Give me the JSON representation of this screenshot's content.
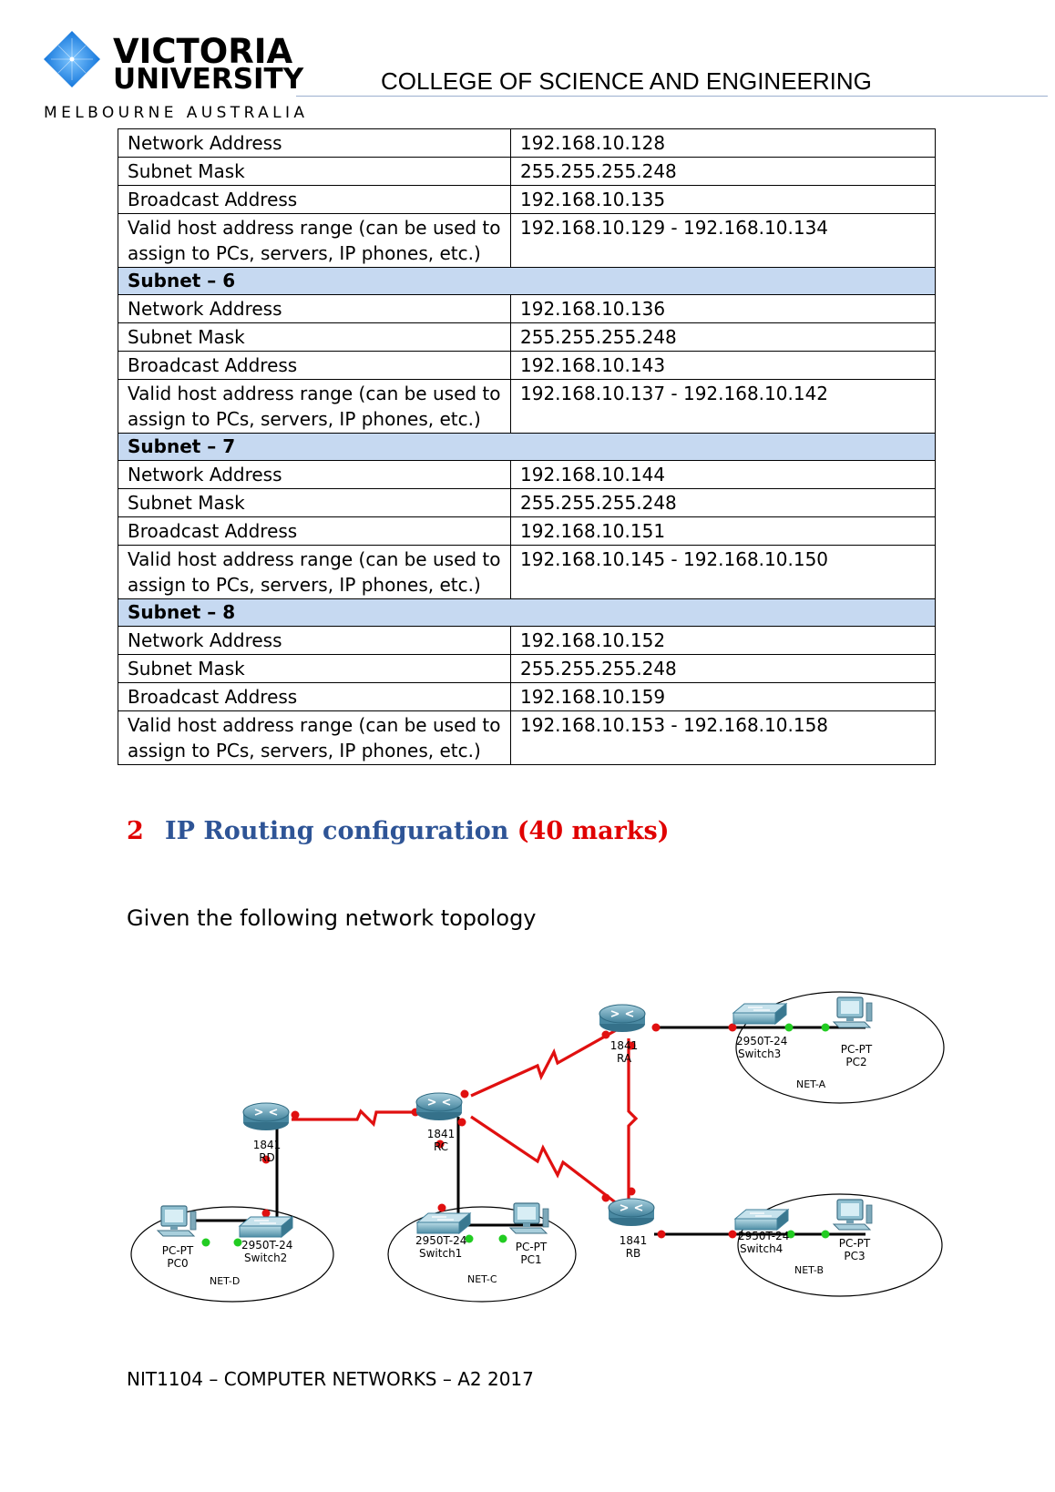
{
  "header": {
    "logo_line1": "VICTORIA",
    "logo_line2": "UNIVERSITY",
    "logo_sub": "MELBOURNE AUSTRALIA",
    "college": "COLLEGE OF SCIENCE AND ENGINEERING"
  },
  "table": {
    "blocks": [
      {
        "title": "",
        "rows": [
          {
            "label": "Network Address",
            "value": "192.168.10.128"
          },
          {
            "label": "Subnet Mask",
            "value": "255.255.255.248"
          },
          {
            "label": "Broadcast Address",
            "value": "192.168.10.135"
          },
          {
            "label": "Valid host address range (can be used to assign to PCs, servers, IP phones, etc.)",
            "value": "192.168.10.129 - 192.168.10.134"
          }
        ]
      },
      {
        "title": "Subnet – 6",
        "rows": [
          {
            "label": "Network Address",
            "value": "192.168.10.136"
          },
          {
            "label": "Subnet Mask",
            "value": "255.255.255.248"
          },
          {
            "label": "Broadcast Address",
            "value": "192.168.10.143"
          },
          {
            "label": "Valid host address range (can be used to assign to PCs, servers, IP phones, etc.)",
            "value": "192.168.10.137 - 192.168.10.142"
          }
        ]
      },
      {
        "title": "Subnet – 7",
        "rows": [
          {
            "label": "Network Address",
            "value": "192.168.10.144"
          },
          {
            "label": "Subnet Mask",
            "value": "255.255.255.248"
          },
          {
            "label": "Broadcast Address",
            "value": "192.168.10.151"
          },
          {
            "label": "Valid host address range (can be used to assign to PCs, servers, IP phones, etc.)",
            "value": "192.168.10.145 - 192.168.10.150"
          }
        ]
      },
      {
        "title": "Subnet – 8",
        "rows": [
          {
            "label": "Network Address",
            "value": "192.168.10.152"
          },
          {
            "label": "Subnet Mask",
            "value": "255.255.255.248"
          },
          {
            "label": "Broadcast Address",
            "value": "192.168.10.159"
          },
          {
            "label": "Valid host address range (can be used to assign to PCs, servers, IP phones, etc.)",
            "value": "192.168.10.153 - 192.168.10.158"
          }
        ]
      }
    ]
  },
  "section": {
    "number": "2",
    "title": "IP Routing configuration",
    "marks": "(40 marks)"
  },
  "intro": "Given the following network topology",
  "topology": {
    "router_model": "1841",
    "switch_model": "2950T-24",
    "pc_model": "PC-PT",
    "routers": {
      "ra": "RA",
      "rb": "RB",
      "rc": "RC",
      "rd": "RD"
    },
    "switches": {
      "s1": "Switch1",
      "s2": "Switch2",
      "s3": "Switch3",
      "s4": "Switch4"
    },
    "pcs": {
      "pc0": "PC0",
      "pc1": "PC1",
      "pc2": "PC2",
      "pc3": "PC3"
    },
    "nets": {
      "a": "NET-A",
      "b": "NET-B",
      "c": "NET-C",
      "d": "NET-D"
    },
    "colors": {
      "serial": "#e01010",
      "ethernet": "#000000",
      "port_down": "#e01010",
      "port_up": "#22cc22",
      "device": "#5b9cb5"
    }
  },
  "footer": "NIT1104 – COMPUTER NETWORKS – A2 2017"
}
